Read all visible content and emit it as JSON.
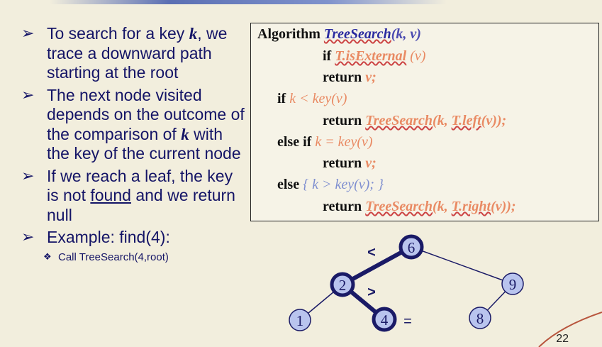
{
  "bullets": [
    {
      "pre": "To search for a key ",
      "k": "k",
      "post": ", we trace a downward path starting at the root"
    },
    {
      "pre": "The next node visited depends on the outcome of the comparison of ",
      "k": "k",
      "post": " with the key of the current node"
    },
    {
      "pre": "If we reach a leaf, the key is not ",
      "link": "found",
      "post": " and we return null"
    },
    {
      "pre": "Example: find(4):"
    }
  ],
  "sub_bullet": "Call TreeSearch(4,root)",
  "algorithm": {
    "l1_kw": "Algorithm ",
    "l1_fn": "TreeSearch",
    "l1_args": "(k, v)",
    "l2_kw": "if ",
    "l2_fn": "T.isExternal",
    "l2_args": " (v)",
    "l3_kw": "return ",
    "l3_val": "v;",
    "l4_kw": "if ",
    "l4_cond": "k < key(v)",
    "l5_kw": "return ",
    "l5_fn": "TreeSearch",
    "l5_a": "(k, ",
    "l5_fn2": "T.left",
    "l5_b": "(v));",
    "l6_kw": "else if ",
    "l6_cond": "k = key(v)",
    "l7_kw": "return ",
    "l7_val": "v;",
    "l8_kw": "else ",
    "l8_cond": "{ k > key(v); }",
    "l9_kw": "return ",
    "l9_fn": "TreeSearch",
    "l9_a": "(k, ",
    "l9_fn2": "T.right",
    "l9_b": "(v));"
  },
  "tree": {
    "nodes": [
      "6",
      "2",
      "9",
      "1",
      "4",
      "8"
    ],
    "comparison_labels": [
      "<",
      ">",
      "="
    ],
    "colors": {
      "node_fill": "#b9c4ee",
      "node_stroke": "#1a1a66",
      "edge": "#1a1a66"
    }
  },
  "page_number": "22"
}
